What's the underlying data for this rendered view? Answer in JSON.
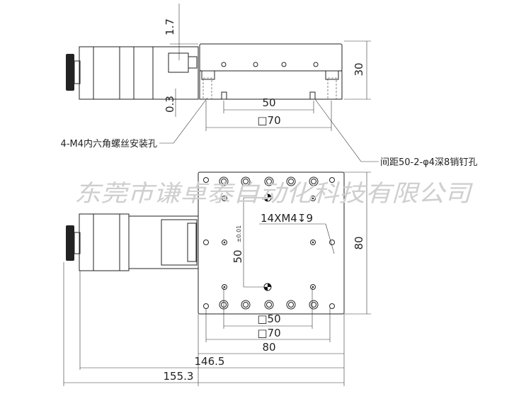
{
  "watermark": "东莞市谦卓泰自动化科技有限公司",
  "top_view": {
    "dim_1_7": "1.7",
    "dim_0_3": "0.3",
    "dim_30": "30",
    "dim_50": "50",
    "dim_70": "□70",
    "callout_left": "4-M4内六角螺丝安装孔",
    "callout_right": "间距50-2-φ4深8销钉孔"
  },
  "bottom_view": {
    "hole_note": "14XM4",
    "depth_symbol": "↧",
    "hole_depth": "9",
    "dim_50_v": "50",
    "tol": "±0.01",
    "dim_80_v": "80",
    "dim_50": "□50",
    "dim_70": "□70",
    "dim_80": "80",
    "dim_146_5": "146.5",
    "dim_155_3": "155.3"
  }
}
